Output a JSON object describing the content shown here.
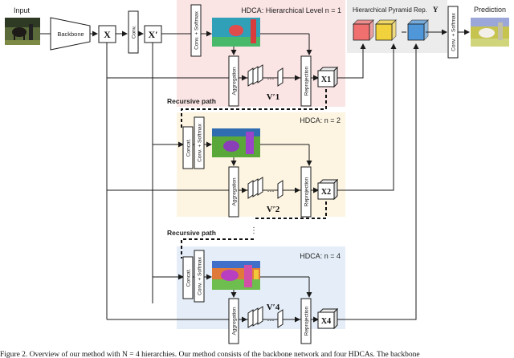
{
  "labels": {
    "input": "Input",
    "backbone": "Backbone",
    "conv": "Conv.",
    "conv_softmax": "Conv. + Softmax",
    "aggregation": "Aggregation",
    "reprojection": "Reprojection",
    "concat": "Concat.",
    "recursive_path": "Recursive path",
    "pyramid": "Hierarchical Pyramid Rep.",
    "pyramid_symbol": "Y",
    "prediction": "Prediction",
    "x": "X",
    "x_prime": "X′",
    "dots": "⋯",
    "vdots": "⋮",
    "caption": "Figure 2. Overview of our method with N = 4 hierarchies. Our method consists of the backbone network and four HDCAs. The backbone"
  },
  "levels": [
    {
      "title": "HDCA: Hierarchical Level n = 1",
      "v_label": "V′1",
      "x_label": "X1",
      "color": "#fbe4e4"
    },
    {
      "title": "HDCA: n = 2",
      "v_label": "V′2",
      "x_label": "X2",
      "color": "#fdf5e2"
    },
    {
      "title": "HDCA: n = 4",
      "v_label": "V′4",
      "x_label": "X4",
      "color": "#e5eef8"
    }
  ],
  "pyramid_colors": [
    "#f06f6f",
    "#f2d23c",
    "#4f97d8"
  ],
  "colors": {
    "pyramid_bg": "#ececec",
    "line": "#1a1a1a"
  }
}
